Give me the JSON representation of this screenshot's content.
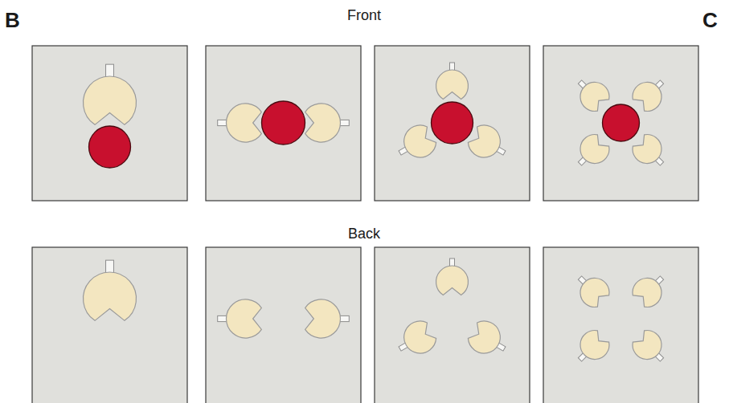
{
  "diagram": {
    "labels": [
      "B",
      "Front",
      "C",
      "Back"
    ]
  }
}
